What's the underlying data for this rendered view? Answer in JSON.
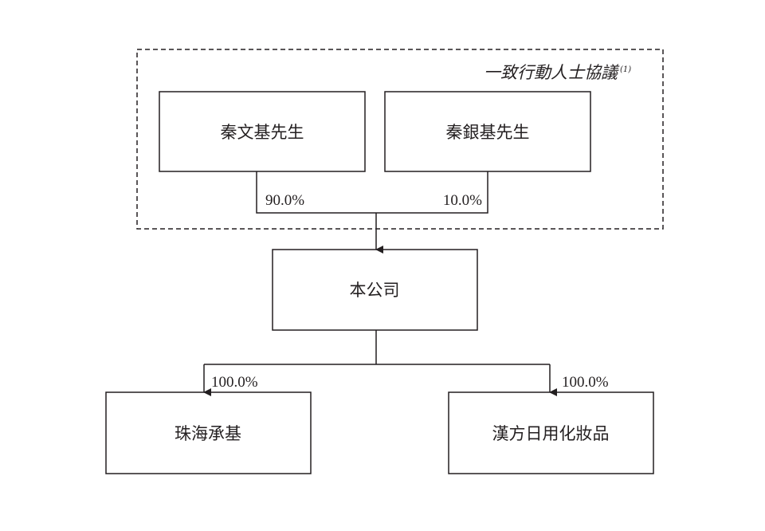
{
  "group": {
    "label": "一致行動人士協議",
    "note_marker": "(1)"
  },
  "shareholders": [
    {
      "name": "秦文基先生",
      "stake": "90.0%"
    },
    {
      "name": "秦銀基先生",
      "stake": "10.0%"
    }
  ],
  "company": {
    "name": "本公司"
  },
  "subsidiaries": [
    {
      "name": "珠海承基",
      "stake": "100.0%"
    },
    {
      "name": "漢方日用化妝品",
      "stake": "100.0%"
    }
  ]
}
